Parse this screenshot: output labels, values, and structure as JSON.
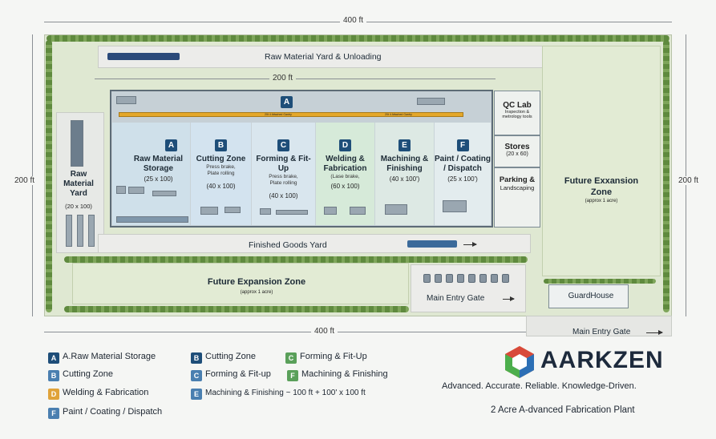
{
  "colors": {
    "site_green": "#dfe8d2",
    "hedge": "#5f8a3e",
    "building_roof": "#c6d0d6",
    "zone_a": "#cfe0ea",
    "zone_b": "#d3e3ef",
    "zone_c": "#d9e6ee",
    "zone_d": "#d6ead9",
    "zone_e": "#dde9e4",
    "zone_f": "#e3ecee",
    "letter_badge": "#1e4e79",
    "crane": "#e4a72a",
    "brand_orange": "#e8782e",
    "brand_green": "#4cae4c",
    "brand_blue": "#2c6fb5"
  },
  "dimensions": {
    "top": "400 ft",
    "bottom": "400 ft",
    "left": "200 ft",
    "right": "200 ft",
    "building_width": "200 ft"
  },
  "yard": {
    "raw_material_yard_unloading": "Raw Material Yard & Unloading",
    "raw_yard_title": "Raw Material Yard",
    "raw_yard_size": "(20 x 100)",
    "finished_goods_yard": "Finished Goods Yard"
  },
  "building": {
    "top_letter": "A",
    "crane_label_1": "20t 4 Attached Gantry",
    "crane_label_2": "20t 4 Attached Gantry"
  },
  "zones": [
    {
      "letter": "A",
      "title_1": "Raw Material",
      "title_2": "Storage",
      "sub_1": "",
      "sub_2": "",
      "size": "(25 x 100)"
    },
    {
      "letter": "B",
      "title_1": "Cutting Zone",
      "title_2": "",
      "sub_1": "Press brake,",
      "sub_2": "Plate rolling",
      "size": "(40 x 100)"
    },
    {
      "letter": "C",
      "title_1": "Forming & Fit-Up",
      "title_2": "",
      "sub_1": "Press brake,",
      "sub_2": "Plate rolling",
      "size": "(40 x 100)"
    },
    {
      "letter": "D",
      "title_1": "Welding &",
      "title_2": "Fabrication",
      "sub_1": "(Lase brake,",
      "sub_2": "",
      "size": "(60 x 100)"
    },
    {
      "letter": "E",
      "title_1": "Machining &",
      "title_2": "Finishing",
      "sub_1": "",
      "sub_2": "",
      "size": "(40 x 100')"
    },
    {
      "letter": "F",
      "title_1": "Paint / Coating",
      "title_2": "/ Dispatch",
      "sub_1": "",
      "sub_2": "",
      "size": "(25 x 100')"
    }
  ],
  "side_rooms": {
    "qc_title": "QC Lab",
    "qc_sub_1": "Inspection &",
    "qc_sub_2": "metrology tools",
    "stores_title": "Stores",
    "stores_size": "(20 x 60)",
    "parking_title": "Parking &",
    "parking_sub": "Landscaping"
  },
  "future_zones": {
    "right_title_1": "Future Exxansion",
    "right_title_2": "Zone",
    "right_sub": "(approx 1 acre)",
    "bottom_title": "Future Expansion Zone",
    "bottom_sub": "(approx 1 acre)"
  },
  "gates": {
    "main_entry_gate_inner": "Main Entry Gate",
    "guardhouse": "GuardHouse",
    "main_entry_gate_outer": "Main Entry Gate"
  },
  "legend": {
    "col1": [
      {
        "letter": "A",
        "label": "A.Raw Material Storage",
        "color": "#1e4e79"
      },
      {
        "letter": "B",
        "label": "Cutting Zone",
        "color": "#4a7fb0"
      },
      {
        "letter": "D",
        "label": "Welding & Fabrication",
        "color": "#e0a33a"
      },
      {
        "letter": "F",
        "label": "Paint / Coating / Dispatch",
        "color": "#4a7fb0"
      }
    ],
    "col2": [
      {
        "letter": "B",
        "label": "Cutting Zone",
        "color": "#1e4e79"
      },
      {
        "letter": "C",
        "label": "Forming & Fit-up",
        "color": "#4a7fb0"
      },
      {
        "letter": "E",
        "label": "Machining & Finishing ~ 100 ft + 100' x 100 ft",
        "color": "#4a7fb0"
      }
    ],
    "col3": [
      {
        "letter": "C",
        "label": "Forming & Fit-Up",
        "color": "#5aa05a"
      },
      {
        "letter": "F",
        "label": "Machining & Finishing",
        "color": "#5aa05a"
      }
    ]
  },
  "brand": {
    "name": "AARKZEN",
    "tagline": "Advanced. Accurate. Reliable. Knowledge-Driven.",
    "plant_title": "2 Acre A-dvanced Fabrication Plant"
  }
}
